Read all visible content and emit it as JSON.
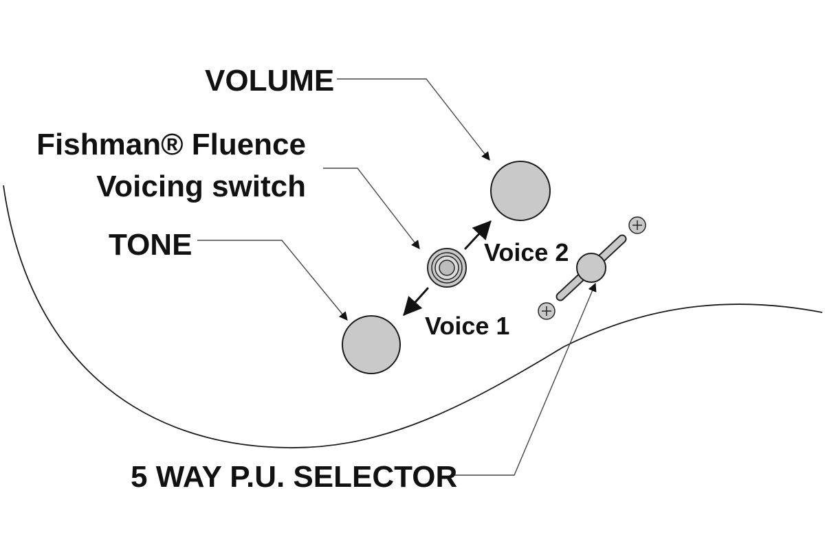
{
  "labels": {
    "volume": "VOLUME",
    "voicing_line1": "Fishman® Fluence",
    "voicing_line2": "Voicing switch",
    "tone": "TONE",
    "voice2": "Voice 2",
    "voice1": "Voice 1",
    "selector": "5 WAY P.U. SELECTOR"
  },
  "colors": {
    "knob_fill": "#c9c9c9",
    "ink": "#111111"
  }
}
